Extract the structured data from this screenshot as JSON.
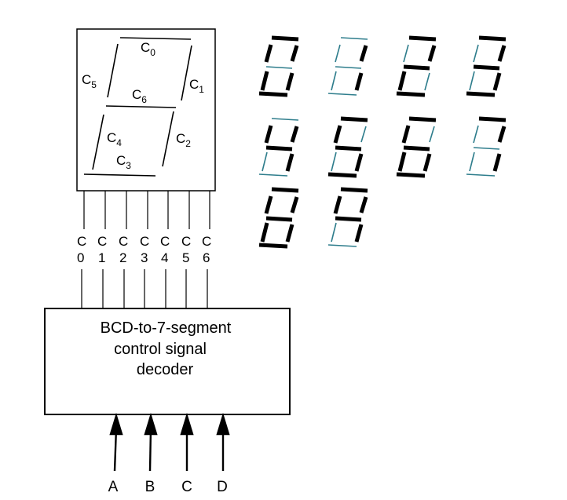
{
  "display": {
    "segment_labels": [
      {
        "letter": "C",
        "sub": "0"
      },
      {
        "letter": "C",
        "sub": "1"
      },
      {
        "letter": "C",
        "sub": "2"
      },
      {
        "letter": "C",
        "sub": "3"
      },
      {
        "letter": "C",
        "sub": "4"
      },
      {
        "letter": "C",
        "sub": "5"
      },
      {
        "letter": "C",
        "sub": "6"
      }
    ]
  },
  "pins": [
    {
      "top": "C",
      "bottom": "0"
    },
    {
      "top": "C",
      "bottom": "1"
    },
    {
      "top": "C",
      "bottom": "2"
    },
    {
      "top": "C",
      "bottom": "3"
    },
    {
      "top": "C",
      "bottom": "4"
    },
    {
      "top": "C",
      "bottom": "5"
    },
    {
      "top": "C",
      "bottom": "6"
    }
  ],
  "decoder": {
    "line1": "BCD-to-7-segment",
    "line2": "control signal",
    "line3": "decoder"
  },
  "inputs": [
    "A",
    "B",
    "C",
    "D"
  ],
  "colors": {
    "on": "#000000",
    "off": "#2e7d8c"
  },
  "digits": [
    {
      "value": 0,
      "segments_on": [
        0,
        1,
        2,
        3,
        4,
        5
      ]
    },
    {
      "value": 1,
      "segments_on": [
        1,
        2
      ]
    },
    {
      "value": 2,
      "segments_on": [
        0,
        1,
        3,
        4,
        6
      ]
    },
    {
      "value": 3,
      "segments_on": [
        0,
        1,
        2,
        3,
        6
      ]
    },
    {
      "value": 4,
      "segments_on": [
        1,
        2,
        5,
        6
      ]
    },
    {
      "value": 5,
      "segments_on": [
        0,
        2,
        3,
        5,
        6
      ]
    },
    {
      "value": 6,
      "segments_on": [
        0,
        2,
        3,
        4,
        5,
        6
      ]
    },
    {
      "value": 7,
      "segments_on": [
        0,
        1,
        2
      ]
    },
    {
      "value": 8,
      "segments_on": [
        0,
        1,
        2,
        3,
        4,
        5,
        6
      ]
    },
    {
      "value": 9,
      "segments_on": [
        0,
        1,
        2,
        5,
        6
      ]
    }
  ]
}
